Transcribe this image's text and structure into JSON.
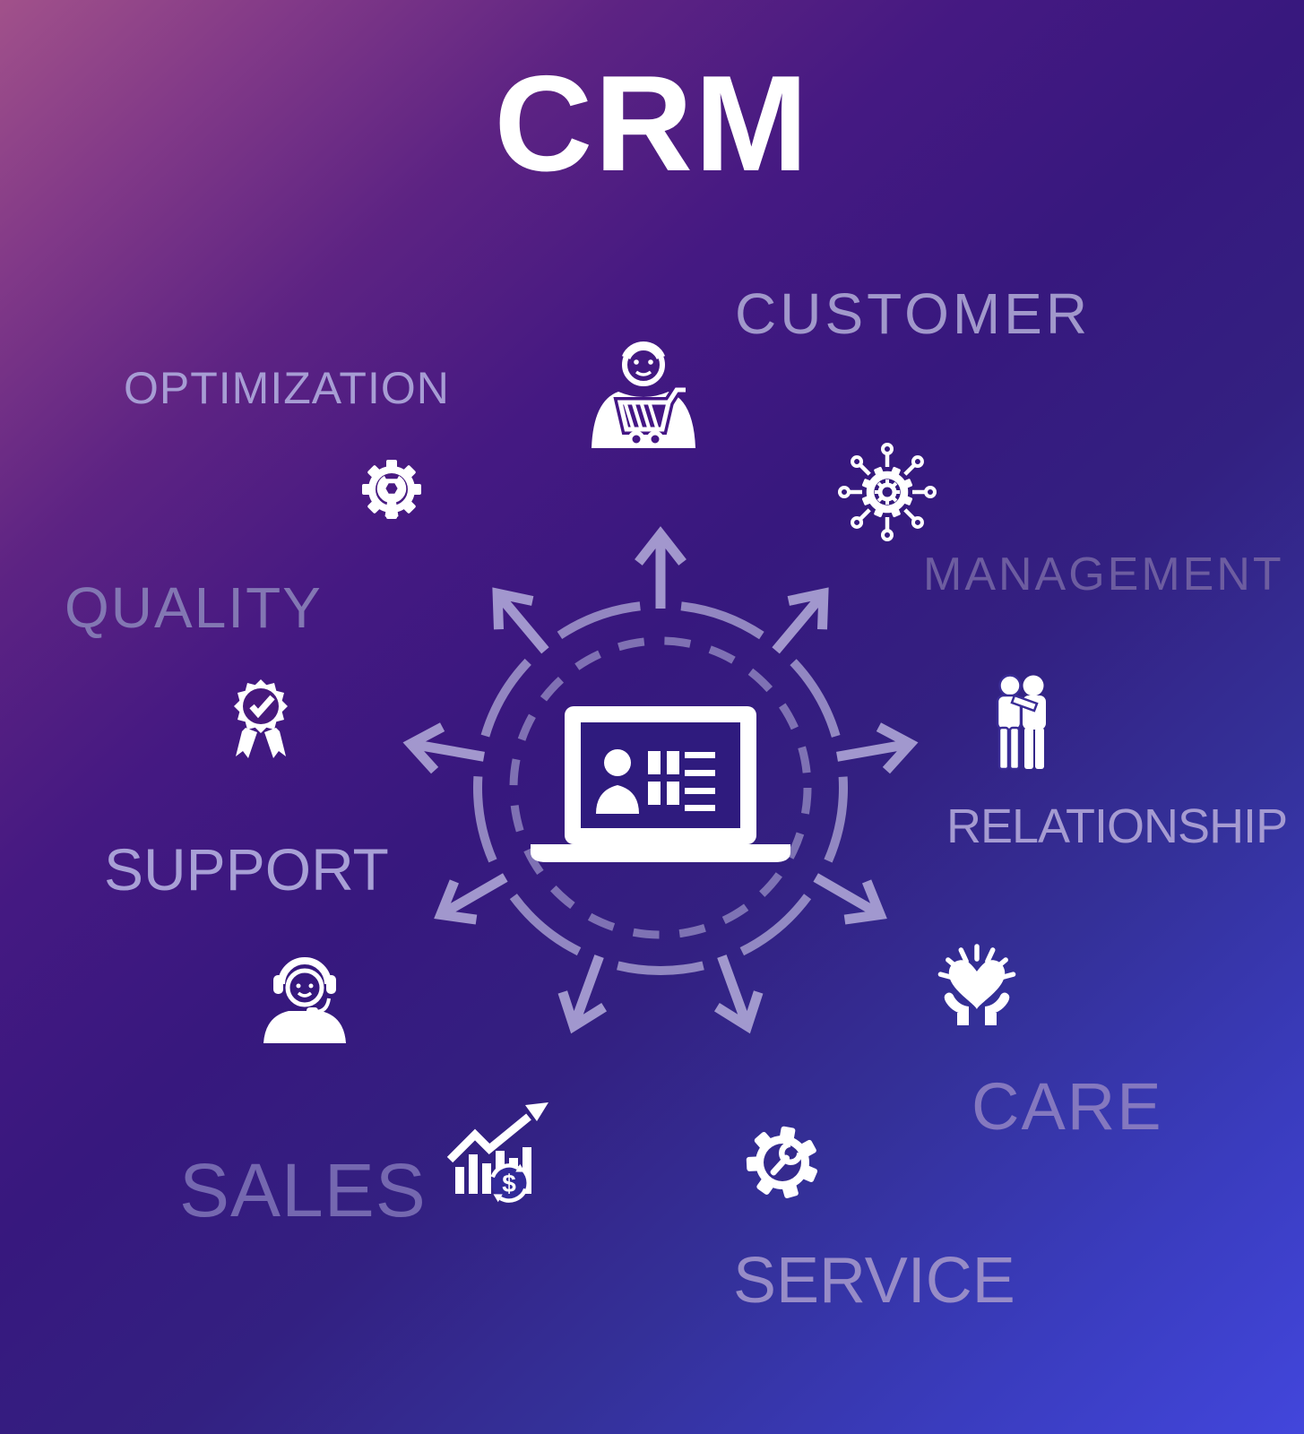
{
  "title": "CRM",
  "concepts": [
    {
      "label": "CUSTOMER",
      "icon": "customer-cart-icon"
    },
    {
      "label": "MANAGEMENT",
      "icon": "management-network-gear-icon"
    },
    {
      "label": "RELATIONSHIP",
      "icon": "relationship-people-icon"
    },
    {
      "label": "CARE",
      "icon": "care-heart-hands-icon"
    },
    {
      "label": "SERVICE",
      "icon": "service-gear-wrench-icon"
    },
    {
      "label": "SALES",
      "icon": "sales-growth-chart-icon",
      "icon_text": "$"
    },
    {
      "label": "SUPPORT",
      "icon": "support-headset-icon"
    },
    {
      "label": "QUALITY",
      "icon": "quality-award-icon"
    },
    {
      "label": "OPTIMIZATION",
      "icon": "optimization-gear-wrench-icon"
    }
  ],
  "center": {
    "icon": "crm-laptop-contacts-icon"
  },
  "palette": {
    "background_top_left": "#a1518a",
    "background_center": "#37187e",
    "background_bottom_right": "#4246dc",
    "icon_color": "#ffffff",
    "ring_color": "#aaa2d2",
    "arrow_color": "#b1a9d8",
    "label_color": "#a59bd1",
    "title_color": "#ffffff"
  }
}
